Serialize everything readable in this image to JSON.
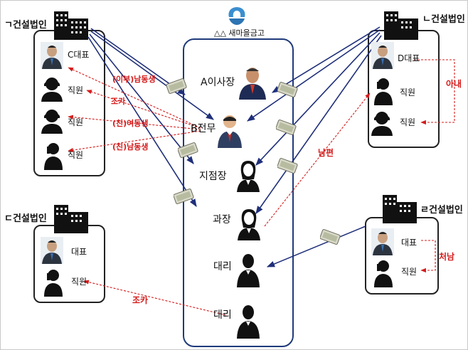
{
  "logo": {
    "name": "bank-logo-icon",
    "title": "△△ 새마을금고"
  },
  "companies": {
    "a": {
      "title": "ㄱ건설법인",
      "people": [
        {
          "label": "C대표"
        },
        {
          "label": "직원"
        },
        {
          "label": "직원"
        },
        {
          "label": "직원"
        }
      ]
    },
    "b": {
      "title": "ㄴ건설법인",
      "people": [
        {
          "label": "D대표"
        },
        {
          "label": "직원"
        },
        {
          "label": "직원"
        }
      ]
    },
    "c": {
      "title": "ㄷ건설법인",
      "people": [
        {
          "label": "대표"
        },
        {
          "label": "직원"
        }
      ]
    },
    "d": {
      "title": "ㄹ건설법인",
      "people": [
        {
          "label": "대표"
        },
        {
          "label": "직원"
        }
      ]
    }
  },
  "bank_staff": [
    {
      "label": "A이사장"
    },
    {
      "label": "B전무"
    },
    {
      "label": "지점장"
    },
    {
      "label": "과장"
    },
    {
      "label": "대리"
    },
    {
      "label": "대리"
    }
  ],
  "relations": {
    "a_ceo": "(이부)남동생",
    "a_emp1": "조카",
    "a_emp2": "(친)여동생",
    "a_emp3": "(친)남동생",
    "husband": "남편",
    "wife": "아내",
    "brother_in_law": "처남",
    "nephew": "조카"
  },
  "colors": {
    "bribe_arrow": "#1f2f7a",
    "relation_arrow": "#d41c1c",
    "relation_text": "#d41c1c",
    "bank_border": "#1f3a7a"
  }
}
